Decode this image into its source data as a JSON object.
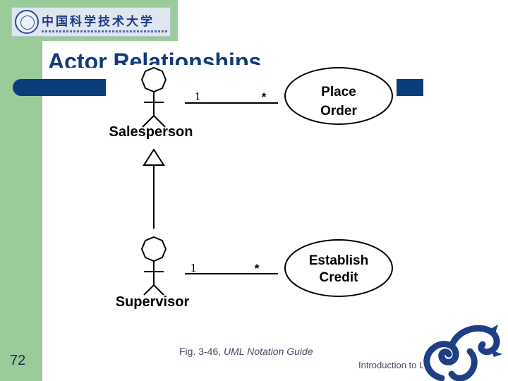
{
  "slide": {
    "title": "Actor Relationships",
    "number": "72",
    "caption_prefix": "Fig. 3-46, ",
    "caption_source": "UML Notation Guide",
    "footer": "Introduction to UML"
  },
  "diagram": {
    "actors": [
      {
        "name": "Salesperson"
      },
      {
        "name": "Supervisor"
      }
    ],
    "use_cases": [
      {
        "line1": "Place",
        "line2": "Order"
      },
      {
        "line1": "Establish",
        "line2": "Credit"
      }
    ],
    "associations": [
      {
        "from_mult": "1",
        "to_mult": "*"
      },
      {
        "from_mult": "1",
        "to_mult": "*"
      }
    ]
  },
  "colors": {
    "sidebar": "#99cc99",
    "title_bar": "#0c3c7c",
    "title_text": "#123a7a",
    "logo_blue": "#2b4a9a"
  }
}
